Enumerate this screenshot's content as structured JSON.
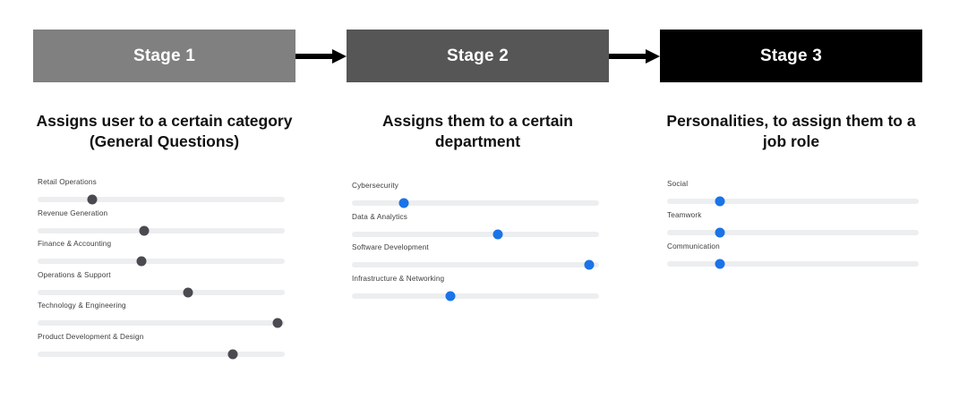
{
  "stages": [
    {
      "id": "stage-1",
      "label": "Stage 1",
      "color": "#808080",
      "description": "Assigns user to a certain category (General Questions)",
      "thumb_color": "#4a4a50",
      "sliders": [
        {
          "label": "Retail Operations",
          "value": 22
        },
        {
          "label": "Revenue Generation",
          "value": 43
        },
        {
          "label": "Finance & Accounting",
          "value": 42
        },
        {
          "label": "Operations & Support",
          "value": 61
        },
        {
          "label": "Technology & Engineering",
          "value": 97
        },
        {
          "label": "Product Development & Design",
          "value": 79
        }
      ]
    },
    {
      "id": "stage-2",
      "label": "Stage 2",
      "color": "#565656",
      "description": "Assigns them to a certain department",
      "thumb_color": "#1a73e8",
      "sliders": [
        {
          "label": "Cybersecurity",
          "value": 21
        },
        {
          "label": "Data & Analytics",
          "value": 59
        },
        {
          "label": "Software Development",
          "value": 96
        },
        {
          "label": "Infrastructure & Networking",
          "value": 40
        }
      ]
    },
    {
      "id": "stage-3",
      "label": "Stage 3",
      "color": "#000000",
      "description": "Personalities, to assign them to a job role",
      "thumb_color": "#1a73e8",
      "sliders": [
        {
          "label": "Social",
          "value": 21
        },
        {
          "label": "Teamwork",
          "value": 21
        },
        {
          "label": "Communication",
          "value": 21
        }
      ]
    }
  ],
  "arrows": [
    {
      "name": "arrow-stage1-to-stage2"
    },
    {
      "name": "arrow-stage2-to-stage3"
    }
  ]
}
